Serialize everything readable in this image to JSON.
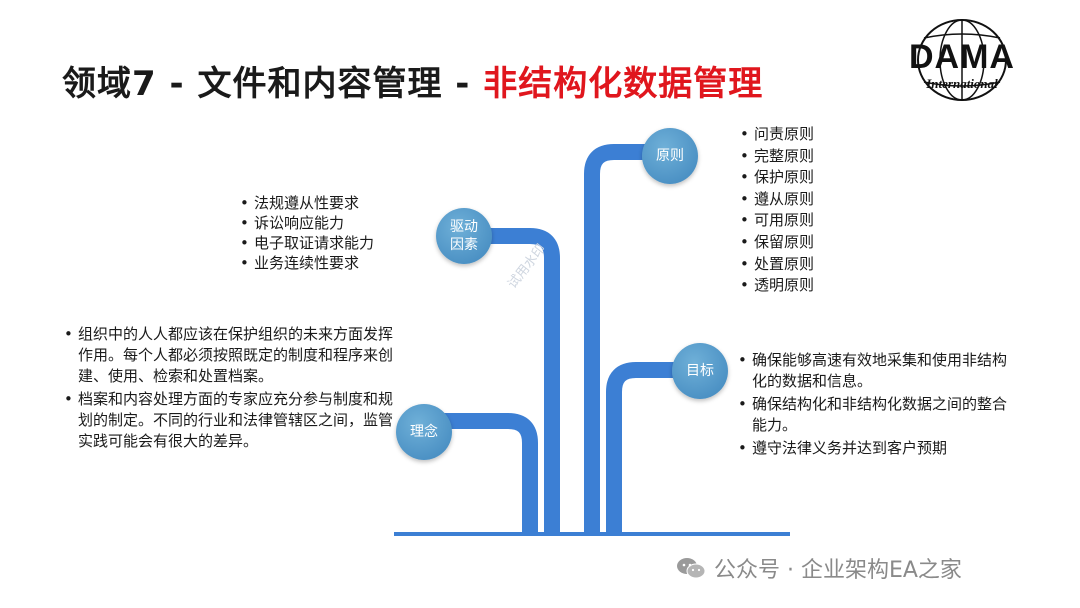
{
  "title": {
    "part1": "领域7 - 文件和内容管理 - ",
    "part2": "非结构化数据管理"
  },
  "logo": {
    "text": "DAMA",
    "subtitle": "International"
  },
  "nodes": {
    "principles": "原则",
    "drivers": "驱动因素",
    "goals": "目标",
    "concepts": "理念"
  },
  "drivers_list": [
    "法规遵从性要求",
    "诉讼响应能力",
    "电子取证请求能力",
    "业务连续性要求"
  ],
  "principles_list": [
    "问责原则",
    "完整原则",
    "保护原则",
    "遵从原则",
    "可用原则",
    "保留原则",
    "处置原则",
    "透明原则"
  ],
  "concepts_list": [
    "组织中的人人都应该在保护组织的未来方面发挥作用。每个人都必须按照既定的制度和程序来创建、使用、检索和处置档案。",
    "档案和内容处理方面的专家应充分参与制度和规划的制定。不同的行业和法律管辖区之间，监管实践可能会有很大的差异。"
  ],
  "goals_list": [
    "确保能够高速有效地采集和使用非结构化的数据和信息。",
    "确保结构化和非结构化数据之间的整合能力。",
    "遵守法律义务并达到客户预期"
  ],
  "watermark": "试用水印",
  "footer": "公众号 · 企业架构EA之家",
  "colors": {
    "accent_red": "#e0161d",
    "pipe_blue": "#3c7fd4",
    "node_blue": "#4a90c4"
  }
}
